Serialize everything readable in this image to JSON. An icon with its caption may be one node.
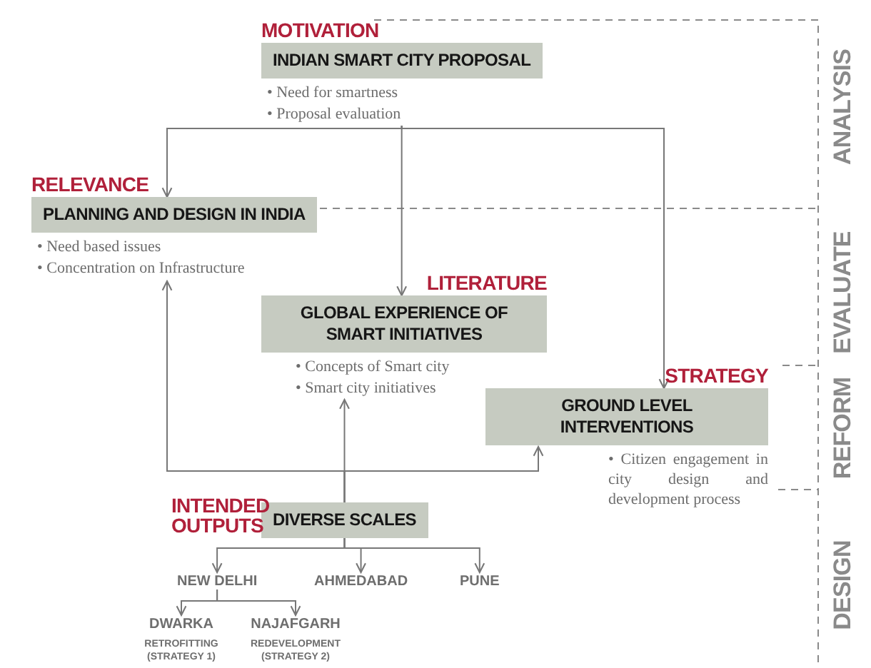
{
  "diagram": {
    "nodes": [
      {
        "text": [
          "MOTIVATION",
          "INDIAN SMART CITY PROPOSAL"
        ],
        "beside": [
          "• Need for smartness",
          "• Proposal evaluation"
        ]
      },
      {
        "text": [
          "RELEVANCE",
          "PLANNING AND DESIGN IN INDIA"
        ],
        "beside": [
          "• Need based issues",
          "• Concentration on Infrastructure"
        ]
      },
      {
        "text": [
          "LITERATURE",
          "GLOBAL EXPERIENCE OF SMART INITIATIVES"
        ],
        "beside": [
          "• Concepts of Smart city",
          "• Smart city initiatives"
        ]
      },
      {
        "text": [
          "STRATEGY",
          "GROUND LEVEL INTERVENTIONS"
        ],
        "beside": [
          "• Citizen engagement in city design and development process"
        ]
      },
      {
        "text": [
          "INTENDED OUTPUTS",
          "DIVERSE SCALES"
        ]
      },
      {
        "text": [
          "NEW DELHI"
        ]
      },
      {
        "text": [
          "AHMEDABAD"
        ]
      },
      {
        "text": [
          "PUNE"
        ]
      },
      {
        "text": [
          "DWARKA"
        ],
        "beside": [
          "RETROFITTING (STRATEGY 1)"
        ]
      },
      {
        "text": [
          "NAJAFGARH"
        ],
        "beside": [
          "REDEVELOPMENT (STRATEGY 2)"
        ]
      }
    ],
    "edges": [
      {
        "from": 0,
        "to": 1,
        "arrow": "to"
      },
      {
        "from": 0,
        "to": 2,
        "arrow": "to"
      },
      {
        "from": 0,
        "to": 3,
        "arrow": "to"
      },
      {
        "from": 4,
        "to": 1,
        "arrow": "to"
      },
      {
        "from": 4,
        "to": 2,
        "arrow": "to"
      },
      {
        "from": 4,
        "to": 3,
        "arrow": "to"
      },
      {
        "from": 4,
        "to": 5,
        "arrow": "to"
      },
      {
        "from": 4,
        "to": 6,
        "arrow": "to"
      },
      {
        "from": 4,
        "to": 7,
        "arrow": "to"
      },
      {
        "from": 5,
        "to": 8,
        "arrow": "to"
      },
      {
        "from": 5,
        "to": 9,
        "arrow": "to"
      }
    ],
    "labels": [
      "ANALYSIS",
      "EVALUATE",
      "REFORM",
      "DESIGN"
    ]
  }
}
